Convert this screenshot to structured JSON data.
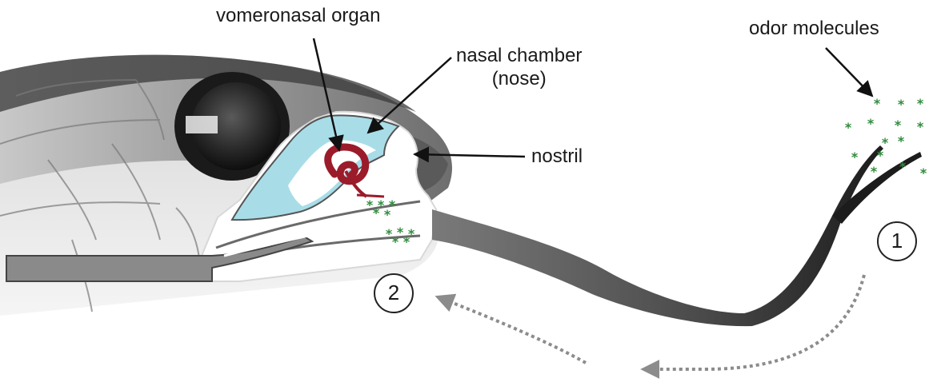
{
  "labels": {
    "vomeronasal": "vomeronasal organ",
    "nasal_line1": "nasal chamber",
    "nasal_line2": "(nose)",
    "nostril": "nostril",
    "odor": "odor molecules"
  },
  "steps": {
    "one": "1",
    "two": "2"
  },
  "colors": {
    "nasal_chamber": "#a8dde8",
    "vomeronasal_organ": "#9b1b2a",
    "odor_molecules": "#2e8b3c",
    "arrows_dotted": "#8c8c8c",
    "tongue": "#8a8a8a"
  }
}
